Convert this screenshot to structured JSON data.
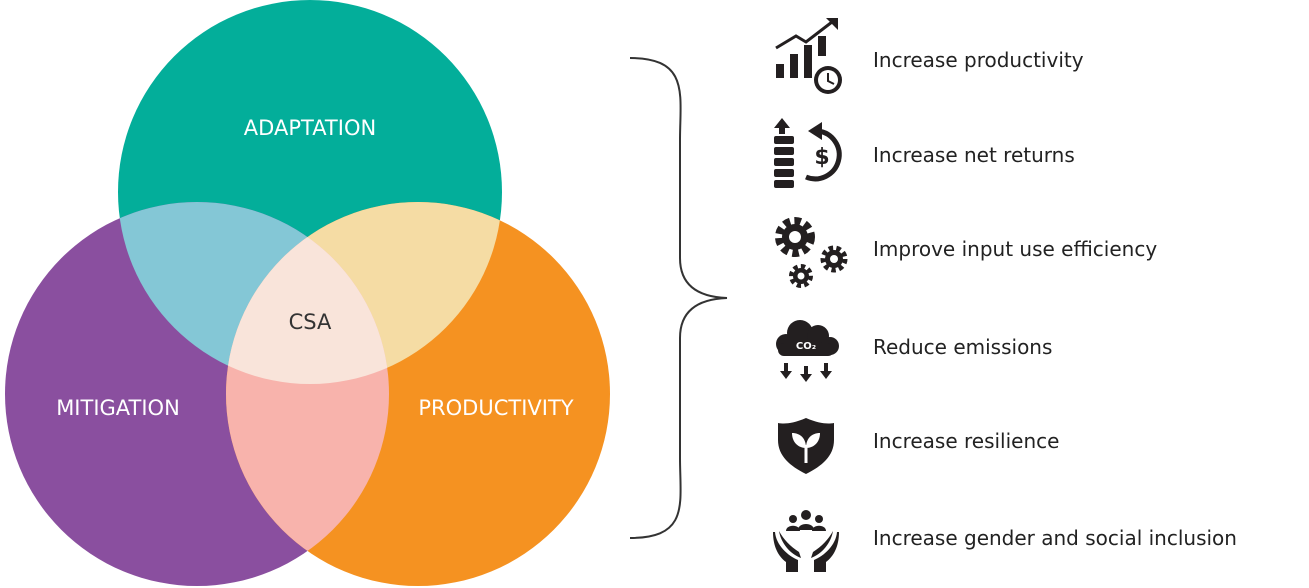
{
  "venn": {
    "adaptation": {
      "label": "ADAPTATION",
      "color": "#03AE9A"
    },
    "mitigation": {
      "label": "MITIGATION",
      "color": "#8A4F9F"
    },
    "productivity": {
      "label": "PRODUCTIVITY",
      "color": "#F59221"
    },
    "center": {
      "label": "CSA",
      "color": "#F9E4DA"
    },
    "overlap_colors": {
      "adaptation_mitigation": "#84C7D6",
      "adaptation_productivity": "#F5DCA4",
      "mitigation_productivity": "#F8B3AC"
    }
  },
  "benefits": [
    {
      "label": "Increase productivity",
      "icon": "productivity-chart-icon"
    },
    {
      "label": "Increase net returns",
      "icon": "net-returns-icon"
    },
    {
      "label": "Improve input use efficiency",
      "icon": "gears-icon"
    },
    {
      "label": "Reduce emissions",
      "icon": "co2-cloud-icon",
      "icon_text": "CO₂"
    },
    {
      "label": "Increase resilience",
      "icon": "shield-plant-icon"
    },
    {
      "label": "Increase gender and social inclusion",
      "icon": "hands-people-icon"
    }
  ]
}
